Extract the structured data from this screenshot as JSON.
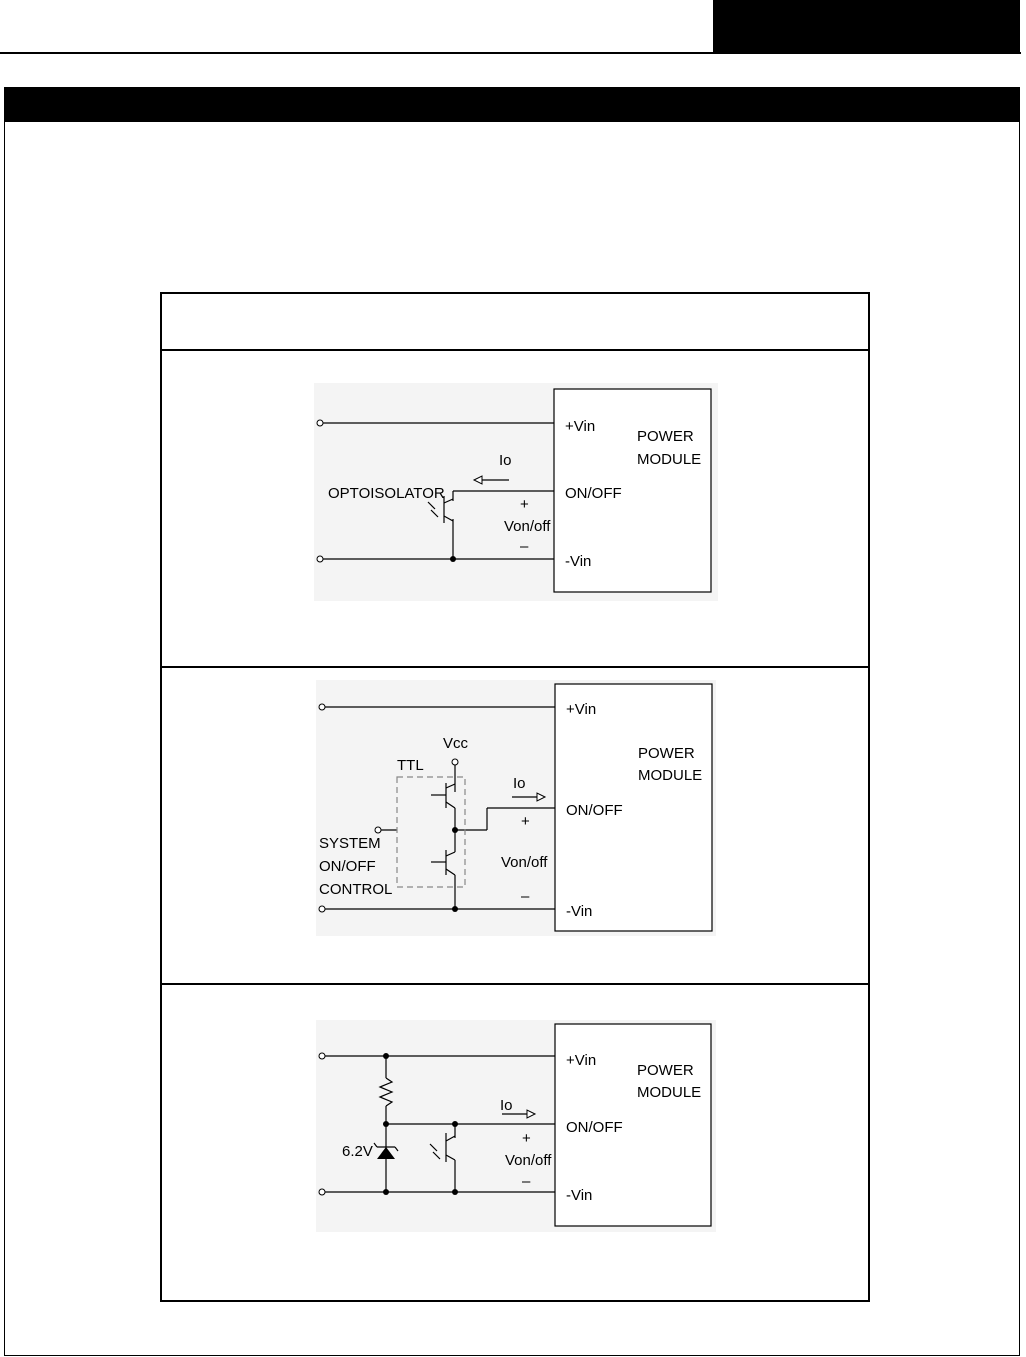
{
  "diagrams": {
    "d1": {
      "vin_plus": "+Vin",
      "vin_minus": "-Vin",
      "onoff": "ON/OFF",
      "module_line1": "POWER",
      "module_line2": "MODULE",
      "io": "Io",
      "plus": "+",
      "minus": "–",
      "von": "Von/off",
      "optoisolator": "OPTOISOLATOR"
    },
    "d2": {
      "vin_plus": "+Vin",
      "vin_minus": "-Vin",
      "onoff": "ON/OFF",
      "module_line1": "POWER",
      "module_line2": "MODULE",
      "io": "Io",
      "plus": "+",
      "minus": "–",
      "von": "Von/off",
      "vcc": "Vcc",
      "ttl": "TTL",
      "system1": "SYSTEM",
      "system2": "ON/OFF",
      "system3": "CONTROL"
    },
    "d3": {
      "vin_plus": "+Vin",
      "vin_minus": "-Vin",
      "onoff": "ON/OFF",
      "module_line1": "POWER",
      "module_line2": "MODULE",
      "io": "Io",
      "plus": "+",
      "minus": "–",
      "von": "Von/off",
      "zener": "6.2V"
    }
  }
}
